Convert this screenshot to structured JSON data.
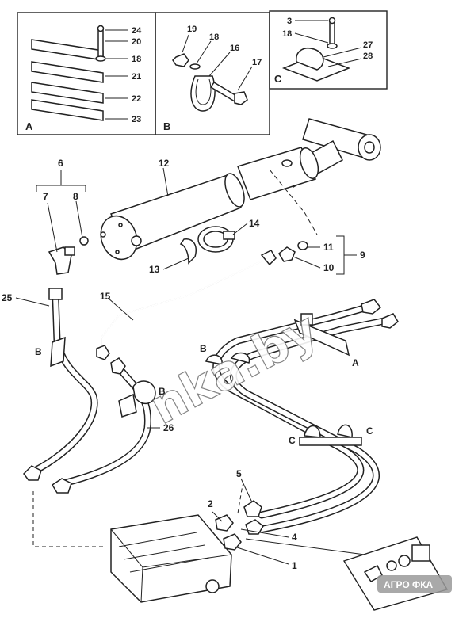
{
  "inset_a": {
    "letter": "A",
    "callouts": [
      "24",
      "20",
      "18",
      "21",
      "22",
      "23"
    ]
  },
  "inset_b": {
    "letter": "B",
    "callouts": [
      "19",
      "18",
      "16",
      "17"
    ]
  },
  "inset_c": {
    "letter": "C",
    "callouts": [
      "3",
      "18",
      "27",
      "28"
    ]
  },
  "main_callouts": {
    "c6": "6",
    "c7": "7",
    "c8": "8",
    "c12": "12",
    "c14": "14",
    "c13": "13",
    "c11": "11",
    "c10": "10",
    "c9": "9",
    "c25": "25",
    "c15": "15",
    "c26": "26",
    "c5": "5",
    "c2": "2",
    "c4": "4",
    "c1": "1"
  },
  "position_letters": {
    "b_left": "B",
    "b_mid": "B",
    "b_top": "B",
    "a_main": "A",
    "c_left": "C",
    "c_right": "C"
  },
  "watermark": "nka.by",
  "corner_badge": "АГРО ФКА"
}
